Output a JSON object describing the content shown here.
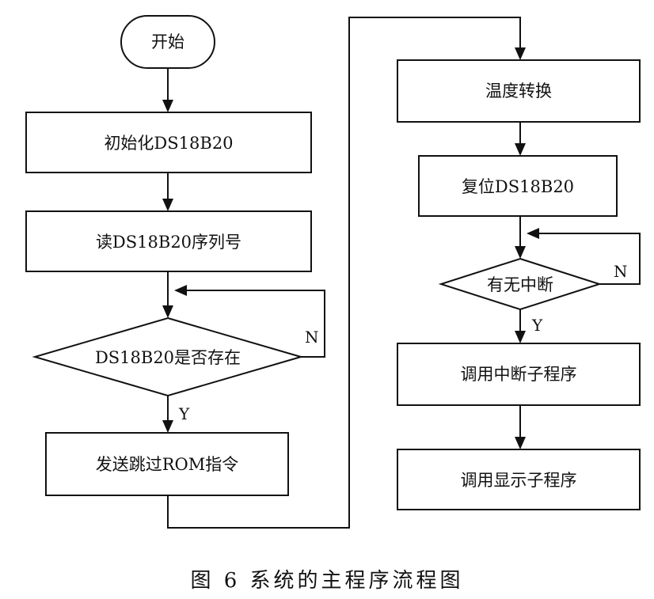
{
  "nodes": {
    "start": "开始",
    "init": "初始化DS18B20",
    "read_serial": "读DS18B20序列号",
    "exists_decision": "DS18B20是否存在",
    "skip_rom": "发送跳过ROM指令",
    "temp_convert": "温度转换",
    "reset": "复位DS18B20",
    "interrupt_decision": "有无中断",
    "call_interrupt": "调用中断子程序",
    "call_display": "调用显示子程序"
  },
  "labels": {
    "exists_no": "N",
    "exists_yes": "Y",
    "interrupt_no": "N",
    "interrupt_yes": "Y"
  },
  "caption": "图 6   系统的主程序流程图"
}
